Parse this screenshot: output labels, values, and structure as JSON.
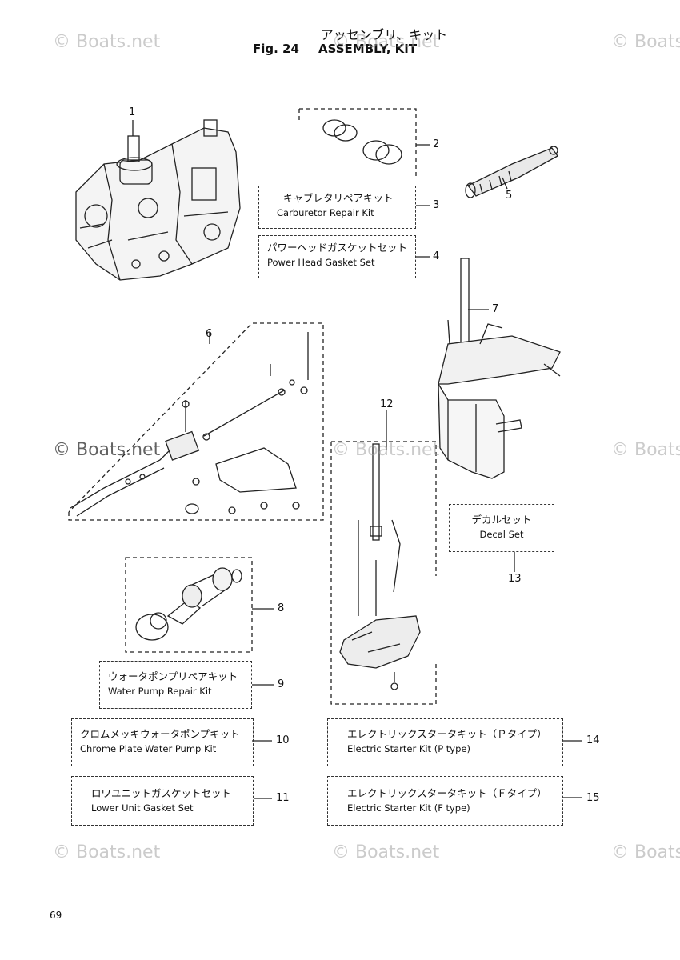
{
  "header": {
    "title_jp": "アッセンブリ、キット",
    "fig_label": "Fig. 24",
    "fig_title": "ASSEMBLY, KIT"
  },
  "callouts": {
    "n1": "1",
    "n2": "2",
    "n3": "3",
    "n4": "4",
    "n5": "5",
    "n6": "6",
    "n7": "7",
    "n8": "8",
    "n9": "9",
    "n10": "10",
    "n11": "11",
    "n12": "12",
    "n13": "13",
    "n14": "14",
    "n15": "15"
  },
  "kits": {
    "carb": {
      "jp": "キャブレタリペアキット",
      "en": "Carburetor Repair Kit"
    },
    "powerhead": {
      "jp": "パワーヘッドガスケットセット",
      "en": "Power Head Gasket Set"
    },
    "waterpump": {
      "jp": "ウォータポンプリペアキット",
      "en": "Water Pump Repair Kit"
    },
    "chrome": {
      "jp": "クロムメッキウォータポンプキット",
      "en": "Chrome Plate Water Pump Kit"
    },
    "lowerunit": {
      "jp": "ロワユニットガスケットセット",
      "en": "Lower Unit Gasket Set"
    },
    "decal": {
      "jp": "デカルセット",
      "en": "Decal Set"
    },
    "starter_p": {
      "jp": "エレクトリックスタータキット（Ｐタイプ）",
      "en": "Electric Starter Kit (P type)"
    },
    "starter_f": {
      "jp": "エレクトリックスタータキット（Ｆタイプ）",
      "en": "Electric Starter Kit (F type)"
    }
  },
  "watermark": "© Boats.net",
  "page_number": "69"
}
